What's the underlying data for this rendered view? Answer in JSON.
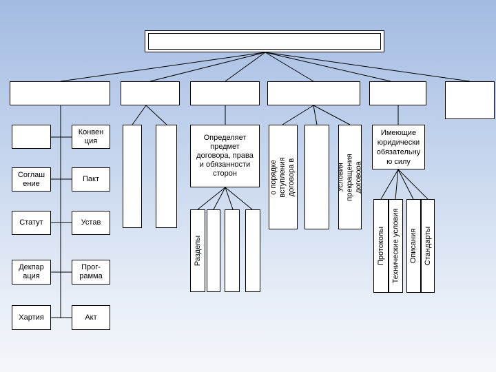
{
  "title": "",
  "categories": [
    "",
    "",
    "",
    "",
    "",
    ""
  ],
  "docs_left": [
    "Соглаш ение",
    "Статут",
    "Декпар ация",
    "Хартия"
  ],
  "docs_right": [
    "Конвен ция",
    "Пакт",
    "Устав",
    "Прог-рамма",
    "Акт"
  ],
  "content": {
    "main": "Определяет предмет договора, права и обязанности сторон",
    "sections": "Разделы"
  },
  "entry": {
    "procedure": "Постановление о порядке вступления договора в силу",
    "termination": "Условия прекращения договора"
  },
  "legal": {
    "binding": "Имеющие юридически обязательну ю силу",
    "protocols": "Протоколы",
    "tech": "Технические условия",
    "desc": "Описания",
    "standards": "Стандарты"
  }
}
